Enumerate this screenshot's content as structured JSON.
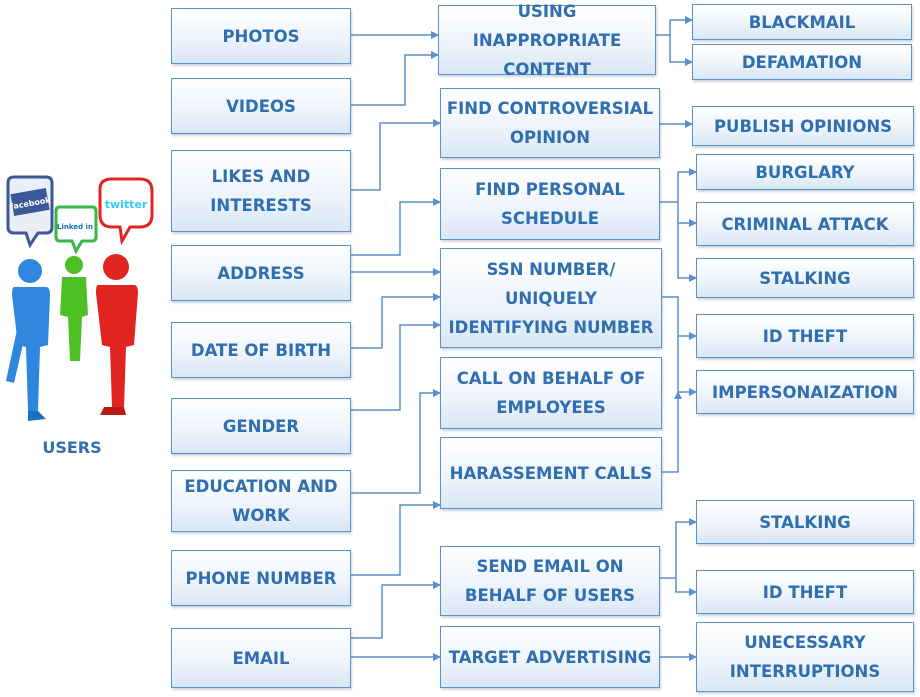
{
  "users": {
    "label": "USERS",
    "bubbles": [
      {
        "icon": "facebook-speech-bubble-icon",
        "text": "facebook",
        "color": "#3b5998"
      },
      {
        "icon": "linkedin-speech-bubble-icon",
        "text": "Linked in",
        "color": "#0e76a8"
      },
      {
        "icon": "twitter-speech-bubble-icon",
        "text": "twitter",
        "color": "#33ccff"
      }
    ],
    "figures": [
      {
        "icon": "blue-person-icon",
        "color": "#2e86de"
      },
      {
        "icon": "green-person-icon",
        "color": "#4fbf26"
      },
      {
        "icon": "red-person-icon",
        "color": "#e0241f"
      }
    ]
  },
  "data_items": [
    {
      "id": "photos",
      "label": "PHOTOS"
    },
    {
      "id": "videos",
      "label": "VIDEOS"
    },
    {
      "id": "likes",
      "label": "LIKES AND\nINTERESTS"
    },
    {
      "id": "address",
      "label": "ADDRESS"
    },
    {
      "id": "dob",
      "label": "DATE OF BIRTH"
    },
    {
      "id": "gender",
      "label": "GENDER"
    },
    {
      "id": "education",
      "label": "EDUCATION AND\nWORK"
    },
    {
      "id": "phone",
      "label": "PHONE NUMBER"
    },
    {
      "id": "email",
      "label": "EMAIL"
    }
  ],
  "actions": [
    {
      "id": "content",
      "label": "USING INAPPROPRIATE\nCONTENT"
    },
    {
      "id": "opinion",
      "label": "FIND CONTROVERSIAL\nOPINION"
    },
    {
      "id": "schedule",
      "label": "FIND PERSONAL\nSCHEDULE"
    },
    {
      "id": "ssn",
      "label": "SSN NUMBER/\nUNIQUELY\nIDENTIFYING NUMBER"
    },
    {
      "id": "callbehalf",
      "label": "CALL ON BEHALF OF\nEMPLOYEES"
    },
    {
      "id": "harass",
      "label": "HARASSEMENT CALLS"
    },
    {
      "id": "sendemail",
      "label": "SEND EMAIL ON\nBEHALF OF USERS"
    },
    {
      "id": "advert",
      "label": "TARGET ADVERTISING"
    }
  ],
  "risks": [
    {
      "id": "blackmail",
      "label": "BLACKMAIL"
    },
    {
      "id": "defamation",
      "label": "DEFAMATION"
    },
    {
      "id": "publish",
      "label": "PUBLISH OPINIONS"
    },
    {
      "id": "burglary",
      "label": "BURGLARY"
    },
    {
      "id": "criminal",
      "label": "CRIMINAL ATTACK"
    },
    {
      "id": "stalking1",
      "label": "STALKING"
    },
    {
      "id": "idtheft1",
      "label": "ID THEFT"
    },
    {
      "id": "imperson",
      "label": "IMPERSONAIZATION"
    },
    {
      "id": "stalking2",
      "label": "STALKING"
    },
    {
      "id": "idtheft2",
      "label": "ID THEFT"
    },
    {
      "id": "interrupt",
      "label": "UNECESSARY\nINTERRUPTIONS"
    }
  ],
  "connections": [
    {
      "from": "photos",
      "to": "content"
    },
    {
      "from": "videos",
      "to": "content"
    },
    {
      "from": "likes",
      "to": "opinion"
    },
    {
      "from": "address",
      "to": "schedule"
    },
    {
      "from": "address",
      "to": "ssn"
    },
    {
      "from": "dob",
      "to": "ssn"
    },
    {
      "from": "gender",
      "to": "ssn"
    },
    {
      "from": "education",
      "to": "callbehalf"
    },
    {
      "from": "phone",
      "to": "harass"
    },
    {
      "from": "email",
      "to": "sendemail"
    },
    {
      "from": "email",
      "to": "advert"
    },
    {
      "from": "content",
      "to": "blackmail"
    },
    {
      "from": "content",
      "to": "defamation"
    },
    {
      "from": "opinion",
      "to": "publish"
    },
    {
      "from": "schedule",
      "to": "burglary"
    },
    {
      "from": "schedule",
      "to": "criminal"
    },
    {
      "from": "schedule",
      "to": "stalking1"
    },
    {
      "from": "ssn",
      "to": "idtheft1"
    },
    {
      "from": "ssn",
      "to": "imperson"
    },
    {
      "from": "harass",
      "to": "imperson"
    },
    {
      "from": "sendemail",
      "to": "stalking2"
    },
    {
      "from": "sendemail",
      "to": "idtheft2"
    },
    {
      "from": "advert",
      "to": "interrupt"
    }
  ],
  "colors": {
    "box_border": "#5a93c8",
    "text": "#2f6fb0",
    "line": "#5b8fc9"
  }
}
